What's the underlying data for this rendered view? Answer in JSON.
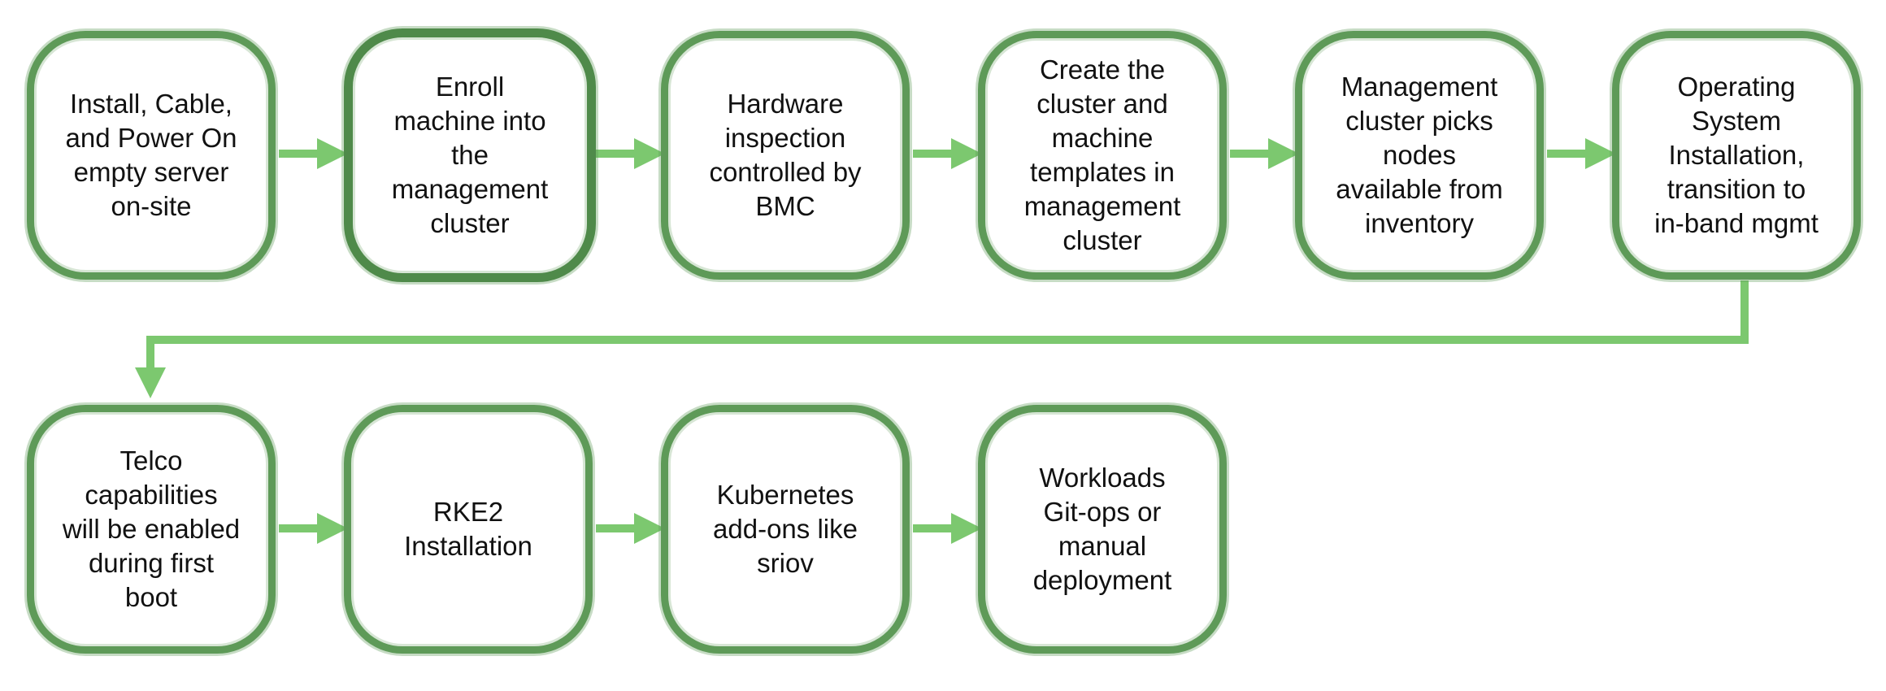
{
  "diagram": {
    "colors": {
      "box_border": "#5e9a58",
      "arrow": "#7cc86f",
      "text": "#111111"
    },
    "steps": [
      {
        "label": "Install, Cable,\nand Power On\nempty server\non-site"
      },
      {
        "label": "Enroll\nmachine into\nthe\nmanagement\ncluster"
      },
      {
        "label": "Hardware\ninspection\ncontrolled by\nBMC"
      },
      {
        "label": "Create the\ncluster and\nmachine\ntemplates in\nmanagement\ncluster"
      },
      {
        "label": "Management\ncluster picks\nnodes\navailable from\ninventory"
      },
      {
        "label": "Operating\nSystem\nInstallation,\ntransition to\nin-band mgmt"
      },
      {
        "label": "Telco\ncapabilities\nwill be enabled\nduring first\nboot"
      },
      {
        "label": "RKE2\nInstallation"
      },
      {
        "label": "Kubernetes\nadd-ons like\nsriov"
      },
      {
        "label": "Workloads\nGit-ops or\nmanual\ndeployment"
      }
    ]
  }
}
